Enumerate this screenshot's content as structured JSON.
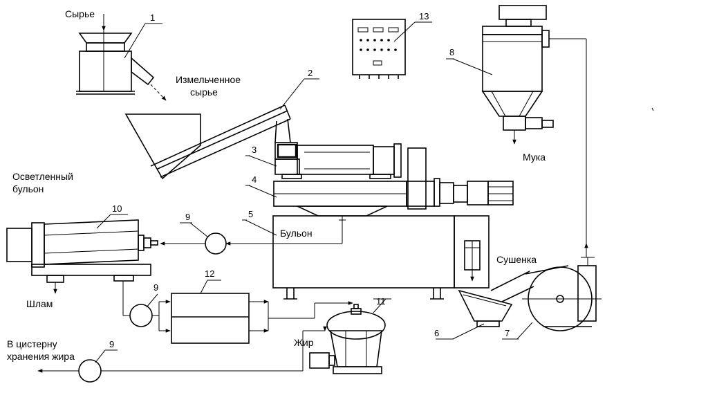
{
  "labels": {
    "raw": "Сырье",
    "crushed_line1": "Измельченное",
    "crushed_line2": "сырье",
    "clarified_line1": "Осветленный",
    "clarified_line2": "бульон",
    "broth": "Бульон",
    "dryer": "Сушенка",
    "flour": "Мука",
    "sludge": "Шлам",
    "fat": "Жир",
    "tank_line1": "В цистерну",
    "tank_line2": "хранения жира"
  },
  "numbers": {
    "n1": "1",
    "n2": "2",
    "n3": "3",
    "n4": "4",
    "n5": "5",
    "n6": "6",
    "n7": "7",
    "n8": "8",
    "n9a": "9",
    "n9b": "9",
    "n9c": "9",
    "n10": "10",
    "n11": "11",
    "n12": "12",
    "n13": "13"
  }
}
